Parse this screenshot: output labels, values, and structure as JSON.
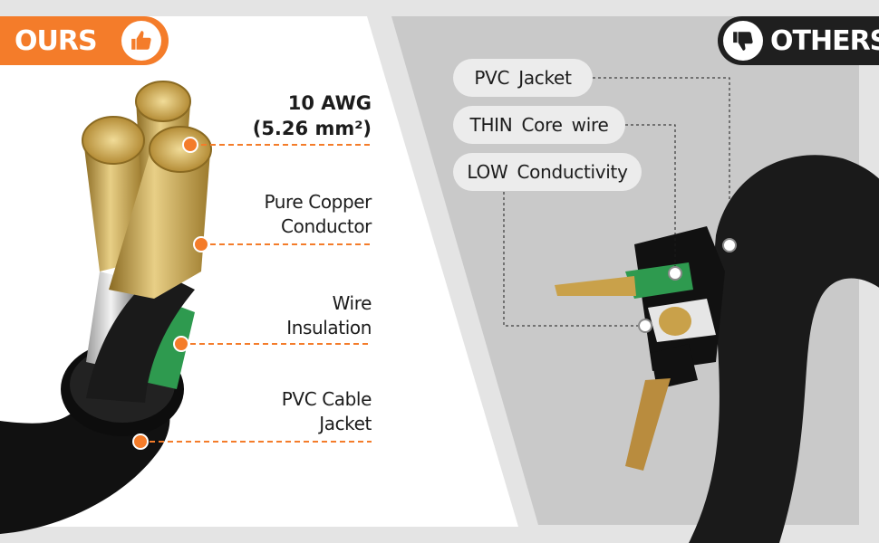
{
  "badges": {
    "ours": {
      "label": "OURS",
      "icon": "thumbs-up-icon",
      "color": "#f47c2a"
    },
    "others": {
      "label": "OTHERS",
      "icon": "thumbs-down-icon",
      "color": "#1f1f1f"
    }
  },
  "ours_specs": {
    "gauge": {
      "line1": "10 AWG",
      "line2": "(5.26 mm²)"
    },
    "conductor": {
      "line1": "Pure Copper",
      "line2": "Conductor"
    },
    "insulation": {
      "line1": "Wire",
      "line2": "Insulation"
    },
    "jacket": {
      "line1": "PVC Cable",
      "line2": "Jacket"
    }
  },
  "others_labels": {
    "jacket": "PVC  Jacket",
    "core": "THIN  Core wire",
    "conductivity": "LOW  Conductivity"
  },
  "colors": {
    "accent": "#f47c2a",
    "dark": "#1f1f1f",
    "copper": "#c9a14a",
    "green_insulation": "#2e9a4f"
  }
}
